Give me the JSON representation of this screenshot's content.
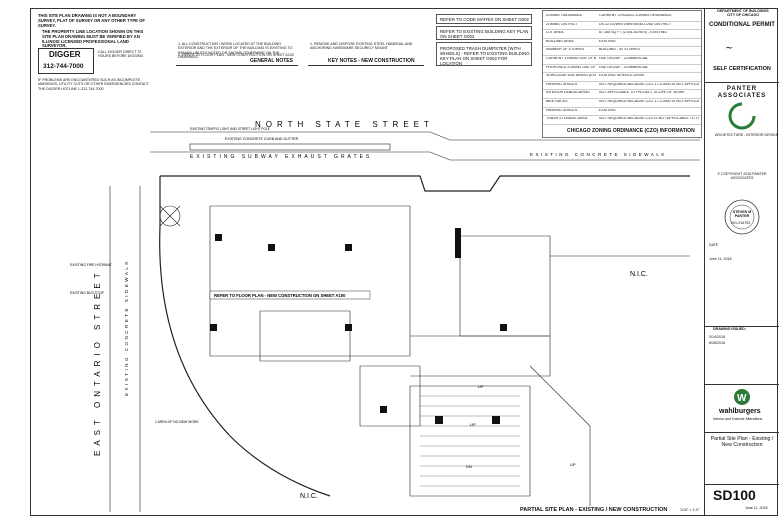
{
  "header": {
    "survey_note": "THIS SITE PLAN DRAWING IS NOT A BOUNDARY SURVEY, PLAT OF SURVEY OR ANY OTHER TYPE OF SURVEY.",
    "survey_bullet_1": "THE PROPERTY LINE LOCATION SHOWN ON THIS SITE PLAN DRAWING MUST BE VERIFIED BY AN ILLINOIS LICENSED PROFESSIONAL LAND SURVEYOR.",
    "digger_title": "DIGGER",
    "digger_phone": "312-744-7000",
    "digger_note": "CALL DIGGER DIRECT 72 HOURS BEFORE DIGGING",
    "digger_note2": "IF PROBLEMS ARE ENCOUNTERED SUCH AS INCOMPLETE MARKINGS, UTILITY CUTS OR OTHER EMERGENCIES CONTACT THE DIGGER HOTLINE 1-312-744-7000",
    "general_notes_title": "GENERAL NOTES",
    "general_note_1": "1. ALL CONSTRUCTION / WORK LOCATED AT THE BUILDING EXTERIOR AND THE EXTERIOR OF THE BUILDING IS EXISTING TO REMAIN UNLESS NOTED OR SHOWN OTHERWISE ON THE DRAWINGS.",
    "general_note_2": "2. REFER TO FLOOR PLAN - NEW CONSTRUCTION ON SHEET A100",
    "key_notes_title": "KEY NOTES - NEW CONSTRUCTION",
    "key_note_1": "1. REMOVE AND DISPOSE EXISTING STEEL HANDRAIL AND ANCHORING HARDWARE SECURELY MOUNT",
    "refer_code": "REFER TO CODE MATRIX ON SHEET G002",
    "refer_key": "REFER TO EXISTING BUILDING KEY PLAN ON SHEET G002",
    "dumpster": "PROPOSED TRASH DUMPSTER (WITH WHEELS) - REFER TO EXISTING BUILDING KEY PLAN ON SHEET G002 FOR LOCATION"
  },
  "czo": {
    "title": "CHICAGO ZONING ORDINANCE (CZO) INFORMATION",
    "rows": [
      {
        "label": "ZONING ORDINANCE",
        "value": "CURRENT CHICAGO ZONING ORDINANCE"
      },
      {
        "label": "ZONING DISTRICT",
        "value": "DX-12 DOWNTOWN MIXED-USE DISTRICT"
      },
      {
        "label": "LOT AREA",
        "value": "87,185 SQ FT (2.001 ACRES) - EXISTING"
      },
      {
        "label": "BUILDING AREA",
        "value": "EXISTING"
      },
      {
        "label": "NUMBER OF STORIES",
        "value": "BUILDING - 92 STORIES"
      },
      {
        "label": "CURRENT ZONING USE OF BUILDING",
        "value": "USE GROUP - COMMERCIAL"
      },
      {
        "label": "PROPOSED ZONING USE OF BUILDING",
        "value": "USE GROUP - COMMERCIAL"
      },
      {
        "label": "VEHICULAR USE AREAS (EXISTING)",
        "value": "EXISTING SERVICE DRIVE"
      },
      {
        "label": "PARKING SPACES",
        "value": "NOT REQUIRED BECAUSE CZO 17-3-0500 IS NOT APPLICABLE TO THE PROJECT SCOPE OF WORK"
      },
      {
        "label": "INTERIOR LANDSCAPING",
        "value": "NOT APPLICABLE TO PROJECT SCOPE OF WORK"
      },
      {
        "label": "BIKE RACKS",
        "value": "NOT REQUIRED BECAUSE CZO 17-3-0500 IS NOT APPLICABLE TO THE PROJECT SCOPE OF WORK"
      },
      {
        "label": "PARKING SPACES",
        "value": "EXISTING"
      },
      {
        "label": "TRASH STORAGE AREA",
        "value": "NOT REQUIRED BECAUSE CZO IS NOT APPLICABLE TO THE PROJECT"
      }
    ]
  },
  "plan": {
    "street_north": "NORTH STATE STREET",
    "street_east": "EAST ONTARIO STREET",
    "existing_sidewalk_top": "EXISTING CONCRETE SIDEWALK",
    "existing_sidewalk_mid": "EXISTING SUBWAY EXHAUST GRATES",
    "existing_sidewalk_right": "EXISTING CONCRETE SIDEWALK",
    "existing_sidewalk_left": "EXISTING CONCRETE SIDEWALK",
    "refer_floor": "REFER TO FLOOR PLAN - NEW CONSTRUCTION ON SHEET A100",
    "nic_right": "N.I.C.",
    "nic_bottom": "N.I.C.",
    "up_1": "UP",
    "up_2": "UP",
    "up_3": "UP",
    "dn": "DN",
    "curb_label": "EXISTING CONCRETE CURB AND GUTTER",
    "fire_hydrant": "EXISTING FIRE HYDRANT",
    "bus_stop": "EXISTING BUS STOP",
    "traffic_light": "EXISTING TRAFFIC LIGHT AND STREET LIGHT POLE",
    "barrier": "1 AREA OF NO NEW WORK"
  },
  "title_block": {
    "city_dept": "DEPARTMENT OF BUILDINGS CITY OF CHICAGO",
    "permit_title": "CONDITIONAL PERMIT",
    "self_cert_title": "SELF CERTIFICATION",
    "firm_name": "PANTER ASSOCIATES",
    "firm_sub": "ARCHITECTURE - INTERIOR DESIGN",
    "copyright": "© COPYRIGHT 2018 PANTER ASSOCIATES",
    "seal_name": "STEVEN M PANTER",
    "seal_num": "001-016793",
    "date_label": "DATE",
    "date_value": "June 11, 2018",
    "issued_label": "DRAWING ISSUED:",
    "issue_row": "3/14/2018",
    "issue_row2": "8/28/2018",
    "client_name": "wahlburgers",
    "client_address": "Interior and Exterior Alterations",
    "project_title": "Partial Site Plan - Existing / New Construction",
    "sheet_no": "SD100",
    "plot_date": "June 11, 2018"
  },
  "bottom_title": "PARTIAL SITE PLAN - EXISTING / NEW CONSTRUCTION",
  "scale": "1/16\" = 1'-0\""
}
